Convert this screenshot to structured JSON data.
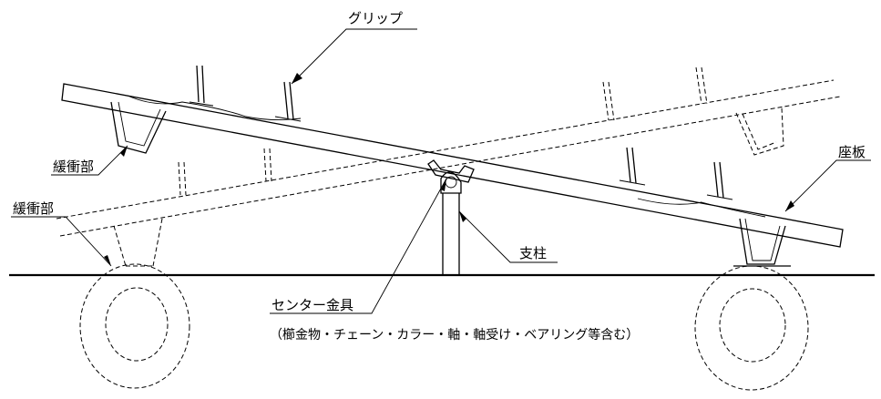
{
  "labels": {
    "grip": "グリップ",
    "buffer_top": "緩衝部",
    "buffer_bottom": "緩衝部",
    "seat_board": "座板",
    "post": "支柱",
    "center_fitting": "センター金具",
    "center_fitting_note": "（櫛金物・チェーン・カラー・軸・軸受け・ベアリング等含む）"
  }
}
